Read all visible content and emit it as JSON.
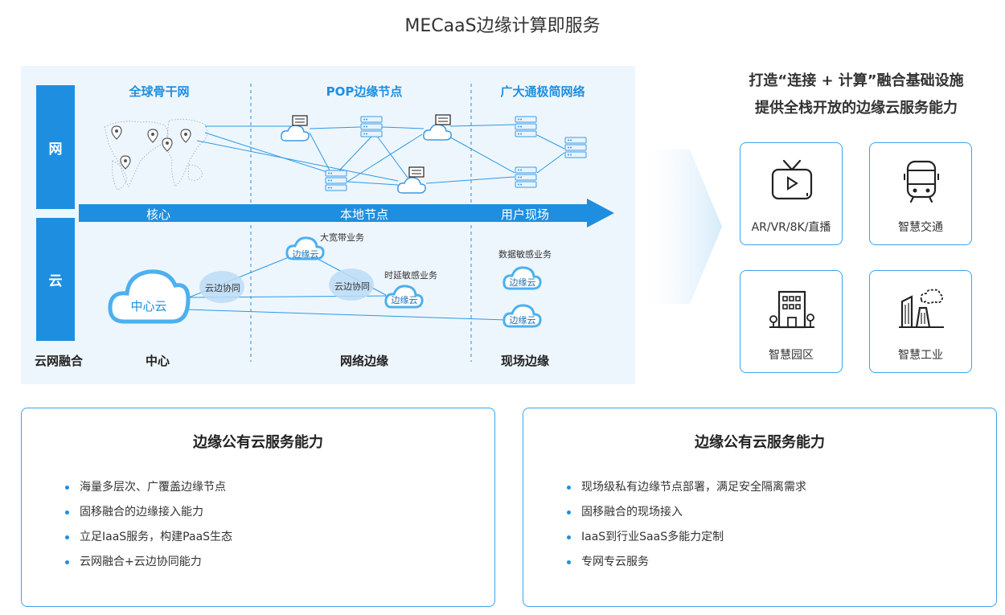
{
  "page_title": "MECaaS边缘计算即服务",
  "diagram": {
    "side_labels": {
      "net": "网",
      "cloud": "云"
    },
    "column_headers": [
      "全球骨干网",
      "POP边缘节点",
      "广大通极简网络"
    ],
    "arrow_labels": [
      "核心",
      "本地节点",
      "用户现场"
    ],
    "bottom_labels": [
      "云网融合",
      "中心",
      "网络边缘",
      "现场边缘"
    ],
    "center_cloud": "中心云",
    "edge_cloud": "边缘云",
    "collab": "云边协同",
    "annotations": {
      "broadband": "大宽带业务",
      "latency": "时延敏感业务",
      "data": "数据敏感业务"
    }
  },
  "slogan": {
    "line1": "打造“连接 + 计算”融合基础设施",
    "line2": "提供全栈开放的边缘云服务能力"
  },
  "scenes": [
    {
      "label": "AR/VR/8K/直播",
      "icon": "tv-icon"
    },
    {
      "label": "智慧交通",
      "icon": "train-icon"
    },
    {
      "label": "智慧园区",
      "icon": "building-icon"
    },
    {
      "label": "智慧工业",
      "icon": "factory-icon"
    }
  ],
  "cards": [
    {
      "title": "边缘公有云服务能力",
      "items": [
        "海量多层次、广覆盖边缘节点",
        "固移融合的边缘接入能力",
        "立足IaaS服务，构建PaaS生态",
        "云网融合+云边协同能力"
      ]
    },
    {
      "title": "边缘公有云服务能力",
      "items": [
        "现场级私有边缘节点部署，满足安全隔离需求",
        "固移融合的现场接入",
        "IaaS到行业SaaS多能力定制",
        "专网专云服务"
      ]
    }
  ],
  "colors": {
    "accent": "#1e8fe0",
    "panel_bg": "#eef6fd",
    "card_border": "#3ba4ec"
  }
}
